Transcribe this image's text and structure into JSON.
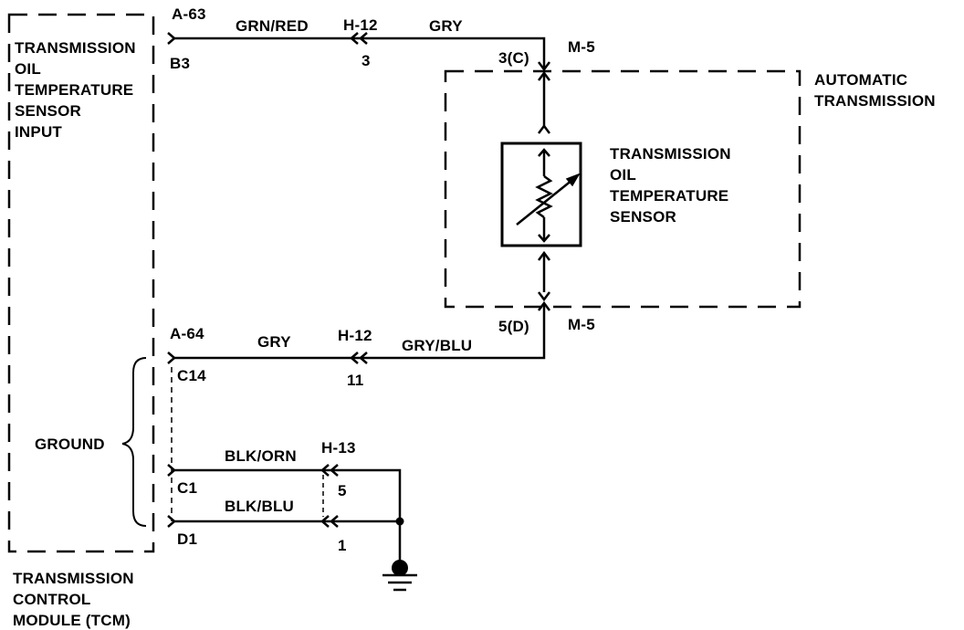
{
  "tcm": {
    "input_lines": [
      "TRANSMISSION",
      "OIL",
      "TEMPERATURE",
      "SENSOR",
      "INPUT"
    ],
    "module_lines": [
      "TRANSMISSION",
      "CONTROL",
      "MODULE (TCM)"
    ],
    "ground_label": "GROUND"
  },
  "transmission": {
    "label_lines": [
      "AUTOMATIC",
      "TRANSMISSION"
    ]
  },
  "sensor": {
    "label_lines": [
      "TRANSMISSION",
      "OIL",
      "TEMPERATURE",
      "SENSOR"
    ]
  },
  "connectors": {
    "a63": "A-63",
    "b3": "B3",
    "h12_top": "H-12",
    "h12_top_pin": "3",
    "m5_top": "M-5",
    "m5_top_pin": "3(C)",
    "a64": "A-64",
    "c14": "C14",
    "h12_bottom": "H-12",
    "h12_bottom_pin": "11",
    "m5_bottom": "M-5",
    "m5_bottom_pin": "5(D)",
    "h13": "H-13",
    "h13_pin5": "5",
    "h13_pin1": "1",
    "c1": "C1",
    "d1": "D1"
  },
  "wires": {
    "grn_red": "GRN/RED",
    "gry_top": "GRY",
    "gry_bottom": "GRY",
    "gry_blu": "GRY/BLU",
    "blk_orn": "BLK/ORN",
    "blk_blu": "BLK/BLU"
  }
}
